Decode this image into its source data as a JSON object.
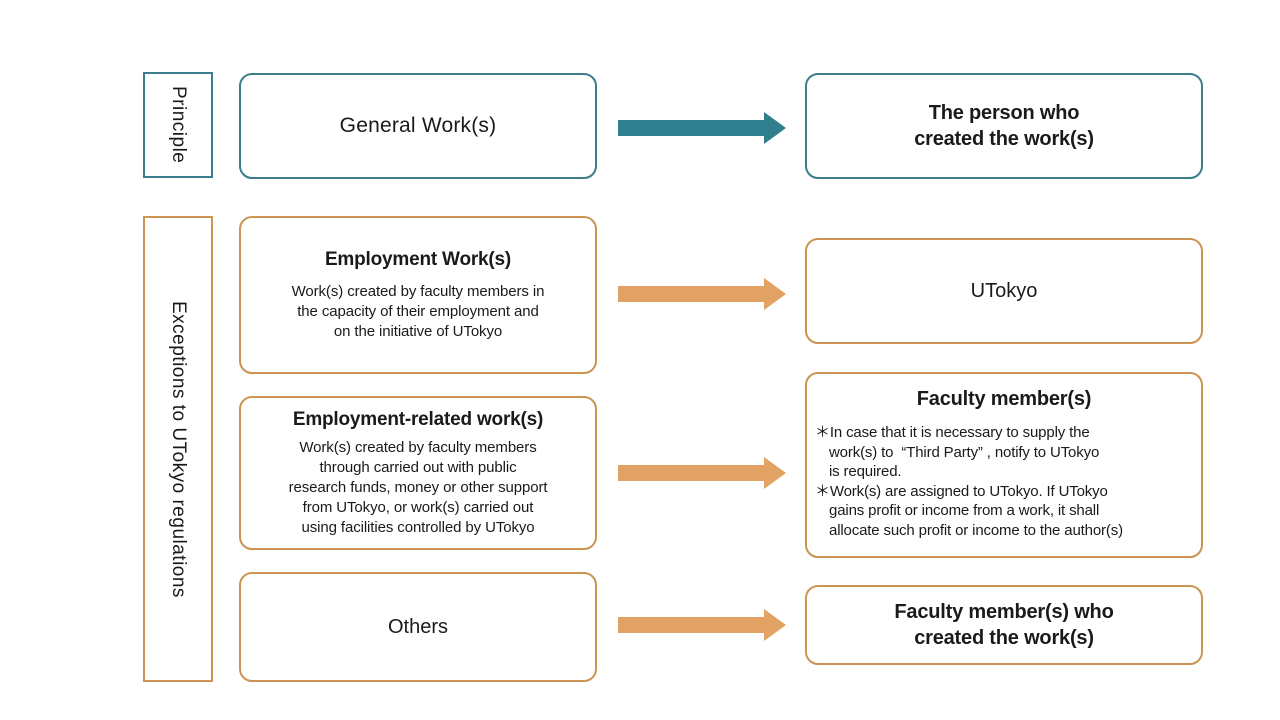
{
  "colors": {
    "teal": "#3b7d8c",
    "teal_arrow": "#2f7f8e",
    "tan": "#cb9452",
    "orange_arrow": "#e2a263",
    "text": "#1a1a1a",
    "background": "#ffffff"
  },
  "categories": {
    "principle": "Principle",
    "exceptions": "Exceptions to UTokyo regulations"
  },
  "rows": [
    {
      "id": "principle-general-works",
      "accent": "teal",
      "source": {
        "title": "General Work(s)",
        "body": []
      },
      "arrow": "arrow-right-teal",
      "target": {
        "title_lines": [
          "The person who",
          "created the work(s)"
        ],
        "notes": []
      }
    },
    {
      "id": "employment-works",
      "accent": "tan",
      "source": {
        "title": "Employment Work(s)",
        "body": [
          "Work(s) created by faculty members in",
          "the capacity of their employment and",
          "on the initiative of UTokyo"
        ]
      },
      "arrow": "arrow-right-orange",
      "target": {
        "title_lines": [
          "UTokyo"
        ],
        "notes": []
      }
    },
    {
      "id": "employment-related-works",
      "accent": "tan",
      "source": {
        "title": "Employment-related work(s)",
        "body": [
          "Work(s) created by faculty members",
          "through carried out with public",
          "research funds, money or other support",
          "from UTokyo, or work(s) carried out",
          "using facilities controlled by UTokyo"
        ]
      },
      "arrow": "arrow-right-orange",
      "target": {
        "title_lines": [
          "Faculty member(s)"
        ],
        "notes": [
          "＊In case that it is necessary to supply the work(s) to “Third Party” , notify to UTokyo is required.",
          "＊Work(s) are assigned to UTokyo. If UTokyo gains profit or income from a work, it shall allocate such profit or income to the author(s)"
        ]
      }
    },
    {
      "id": "others",
      "accent": "tan",
      "source": {
        "title": "Others",
        "body": []
      },
      "arrow": "arrow-right-orange",
      "target": {
        "title_lines": [
          "Faculty member(s) who",
          "created the work(s)"
        ],
        "notes": []
      }
    }
  ],
  "labels": {
    "row1_source_title": "General Work(s)",
    "row1_target_l1": "The person who",
    "row1_target_l2": "created the work(s)",
    "row2_source_title": "Employment Work(s)",
    "row2_source_b1": "Work(s) created by faculty members in",
    "row2_source_b2": "the capacity of their employment and",
    "row2_source_b3": "on the initiative of UTokyo",
    "row2_target_title": "UTokyo",
    "row3_source_title": "Employment-related work(s)",
    "row3_source_b1": "Work(s) created by faculty members",
    "row3_source_b2": "through carried out with public",
    "row3_source_b3": "research funds, money or other support",
    "row3_source_b4": "from UTokyo, or work(s) carried out",
    "row3_source_b5": "using facilities controlled by UTokyo",
    "row3_target_title": "Faculty member(s)",
    "row3_target_note1_l1": "＊In case that it is necessary to supply the",
    "row3_target_note1_l2": "work(s) to  “Third Party” , notify to UTokyo",
    "row3_target_note1_l3": "is required.",
    "row3_target_note2_l1": "＊Work(s) are assigned to UTokyo. If UTokyo",
    "row3_target_note2_l2": "gains profit or income from a work, it shall",
    "row3_target_note2_l3": "allocate such profit or income to the author(s)",
    "row4_source_title": "Others",
    "row4_target_l1": "Faculty member(s) who",
    "row4_target_l2": "created the work(s)"
  }
}
